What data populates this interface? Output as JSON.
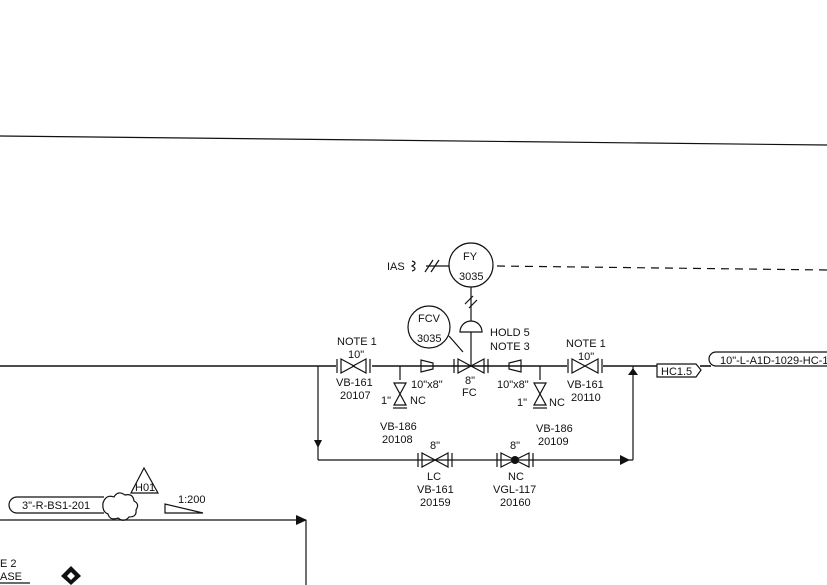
{
  "instruments": {
    "fy": {
      "tag": "FY",
      "num": "3035"
    },
    "fcv": {
      "tag": "FCV",
      "num": "3035"
    }
  },
  "labels": {
    "ias": "IAS",
    "hold5": "HOLD 5",
    "note3": "NOTE 3",
    "note1_left": "NOTE 1",
    "note1_right": "NOTE 1",
    "size10_left": "10\"",
    "size10_right": "10\"",
    "vb161_left": "VB-161",
    "vb161_left_num": "20107",
    "vb161_right": "VB-161",
    "vb161_right_num": "20110",
    "reducer_left": "10\"x8\"",
    "reducer_right": "10\"x8\"",
    "cv_size": "8\"",
    "cv_fail": "FC",
    "drain_left_size": "1\"",
    "drain_left_nc": "NC",
    "drain_left_tag": "VB-186",
    "drain_left_num": "20108",
    "drain_right_size": "1\"",
    "drain_right_nc": "NC",
    "drain_right_tag": "VB-186",
    "drain_right_num": "20109",
    "bypass_left_size": "8\"",
    "bypass_left_state": "LC",
    "bypass_left_tag": "VB-161",
    "bypass_left_num": "20159",
    "bypass_right_size": "8\"",
    "bypass_right_state": "NC",
    "bypass_right_tag": "VGL-117",
    "bypass_right_num": "20160",
    "hc": "HC1.5",
    "line_tag": "10\"-L-A1D-1029-HC-1",
    "line_tag2": "3\"-R-BS1-201",
    "h01": "H01",
    "slope": "1:200",
    "note2": "E 2",
    "base": "ASE"
  }
}
